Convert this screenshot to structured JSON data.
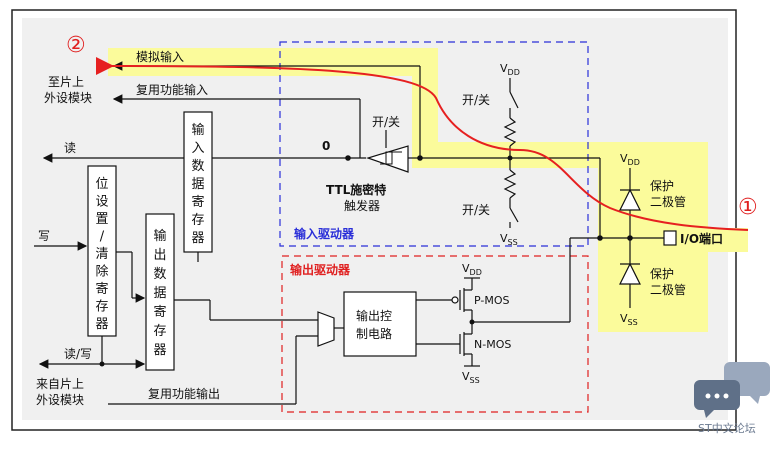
{
  "labels": {
    "to_peripheral_1": "至片上",
    "to_peripheral_2": "外设模块",
    "from_peripheral_1": "来自片上",
    "from_peripheral_2": "外设模块",
    "analog_input": "模拟输入",
    "alt_func_input": "复用功能输入",
    "alt_func_output": "复用功能输出",
    "read": "读",
    "write": "写",
    "read_write": "读/写",
    "zero": "0",
    "on_off_top": "开/关",
    "on_off_mid": "开/关",
    "on_off_bottom": "开/关",
    "schmitt_1": "TTL施密特",
    "schmitt_2": "触发器",
    "input_driver": "输入驱动器",
    "output_driver": "输出驱动器",
    "output_ctrl_1": "输出控",
    "output_ctrl_2": "制电路",
    "pmos": "P-MOS",
    "nmos": "N-MOS",
    "protect_top_1": "保护",
    "protect_top_2": "二极管",
    "protect_bottom_1": "保护",
    "protect_bottom_2": "二极管",
    "io_pin": "I/O端口",
    "marker_1": "①",
    "marker_2": "②",
    "watermark": "ST中文论坛",
    "vdd_v": "V",
    "vdd_sub": "DD",
    "vss_v": "V",
    "vss_sub": "SS"
  },
  "registers": {
    "input_data": [
      "输",
      "入",
      "数",
      "据",
      "寄",
      "存",
      "器"
    ],
    "bit_set_clear": [
      "位",
      "设",
      "置",
      "/",
      "清",
      "除",
      "寄",
      "存",
      "器"
    ],
    "output_data": [
      "输",
      "出",
      "数",
      "据",
      "寄",
      "存",
      "器"
    ]
  },
  "colors": {
    "highlight": "#fbfb9b",
    "input_box": "#2a2fd8",
    "output_box": "#e02020",
    "red_path": "#e62020",
    "frame": "#000000"
  }
}
